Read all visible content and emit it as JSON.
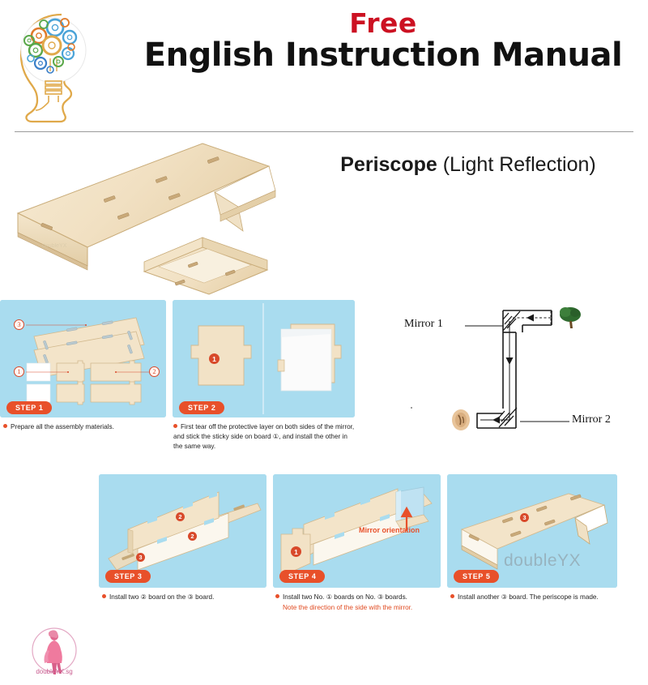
{
  "header": {
    "free_label": "Free",
    "title": "English Instruction Manual",
    "logo_icon": "brain-gears-lightbulb-icon"
  },
  "hero": {
    "product_name": "Periscope",
    "product_subtitle": " (Light Reflection)",
    "photo_alt": "assembled-wooden-periscope-photo"
  },
  "diagram": {
    "mirror_top_label": "Mirror 1",
    "mirror_bottom_label": "Mirror 2",
    "object_icon": "tree-icon",
    "viewer_icon": "eye-icon"
  },
  "steps": [
    {
      "badge": "STEP 1",
      "caption": "Prepare all the assembly materials.",
      "note": "",
      "parts": [
        "3",
        "1",
        "2"
      ]
    },
    {
      "badge": "STEP 2",
      "caption": "First tear off the protective layer on both sides of the mirror, and stick the sticky side on board ①, and install the other in the same way.",
      "note": "",
      "parts": [
        "1"
      ]
    },
    {
      "badge": "STEP 3",
      "caption": "Install two ② board on the ③ board.",
      "note": "",
      "parts": [
        "2",
        "2",
        "3"
      ]
    },
    {
      "badge": "STEP 4",
      "caption": "Install two No. ① boards on No. ③ boards.",
      "note": "Note the direction of the side with the mirror.",
      "annotation": "Mirror orientation",
      "parts": [
        "1"
      ]
    },
    {
      "badge": "STEP 5",
      "caption": "Install another ③ board. The periscope is made.",
      "note": "",
      "watermark": "doubleYX",
      "parts": [
        "3"
      ]
    }
  ],
  "footer": {
    "logo_text": "doubleYX.sg",
    "logo_icon": "woman-silhouette-circle-logo"
  },
  "colors": {
    "accent_orange": "#e8502a",
    "free_red": "#cc1122",
    "panel_blue": "#a9dcef",
    "wood": "#f2e3c8",
    "logo_pink": "#c85a8e"
  }
}
